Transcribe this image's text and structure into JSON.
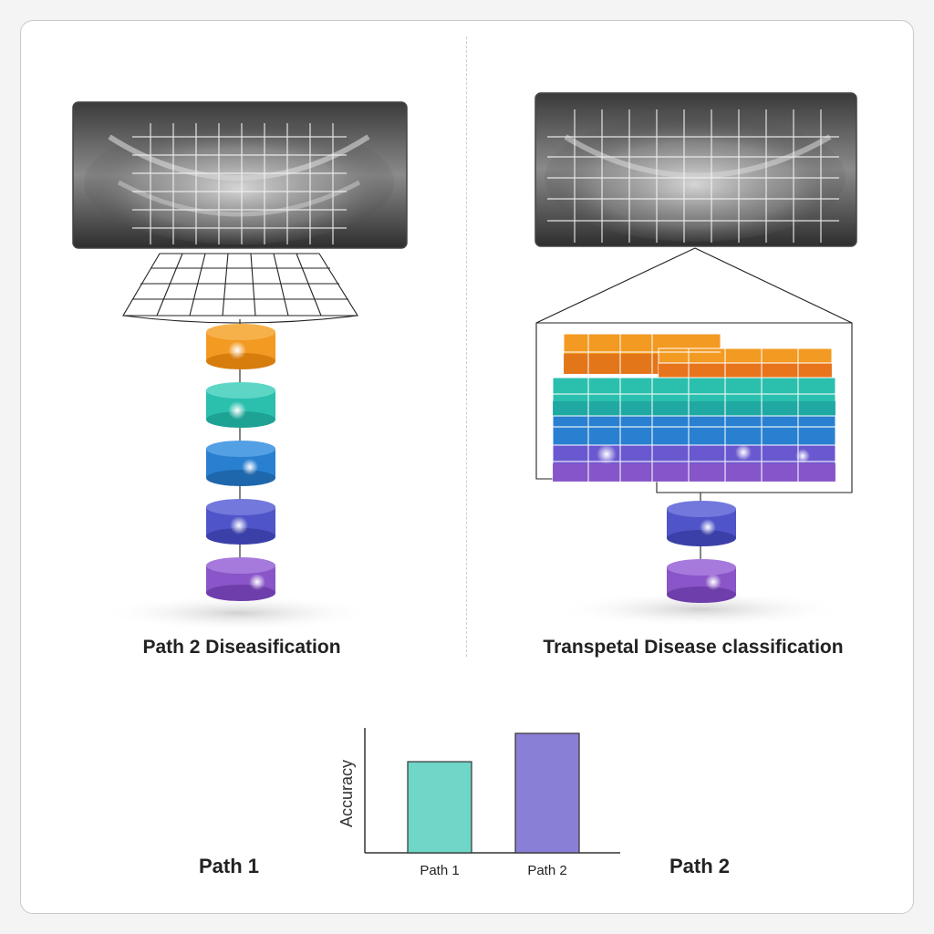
{
  "left_panel": {
    "caption": "Path 2 Diseasification"
  },
  "right_panel": {
    "caption": "Transpetal Disease classification"
  },
  "bottom": {
    "left_label": "Path 1",
    "right_label": "Path 2"
  },
  "colors": {
    "orange": "#f29a22",
    "teal": "#2bbfae",
    "blue": "#2a80d0",
    "indigo": "#4f55c8",
    "purple": "#8a55c8",
    "bar_path1": "#6fd6c8",
    "bar_path2": "#8a7fd6"
  },
  "chart_data": {
    "type": "bar",
    "categories": [
      "Path 1",
      "Path 2"
    ],
    "values": [
      0.74,
      0.97
    ],
    "title": "",
    "xlabel": "",
    "ylabel": "Accuracy",
    "ylim": [
      0,
      1
    ]
  }
}
